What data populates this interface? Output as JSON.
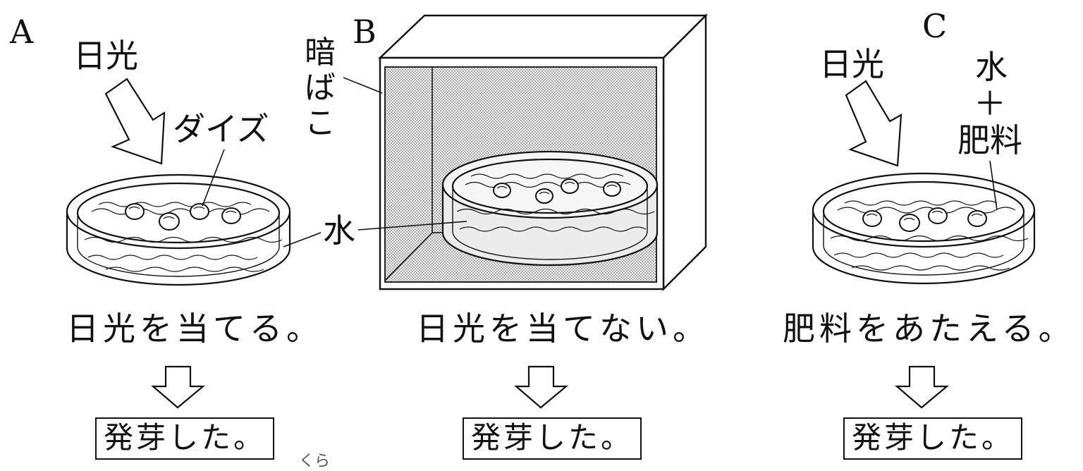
{
  "panels": [
    {
      "letter": "A",
      "light_label": "日光",
      "seed_label": "ダイズ",
      "condition": "日光を当てる。",
      "result": "発芽した。"
    },
    {
      "letter": "B",
      "box_label": "暗ばこ",
      "water_label": "水",
      "condition": "日光を当てない。",
      "result": "発芽した。"
    },
    {
      "letter": "C",
      "light_label": "日光",
      "mix_label": [
        "水",
        "＋",
        "肥料"
      ],
      "condition": "肥料をあたえる。",
      "result": "発芽した。"
    }
  ],
  "stray_mark": "くら"
}
